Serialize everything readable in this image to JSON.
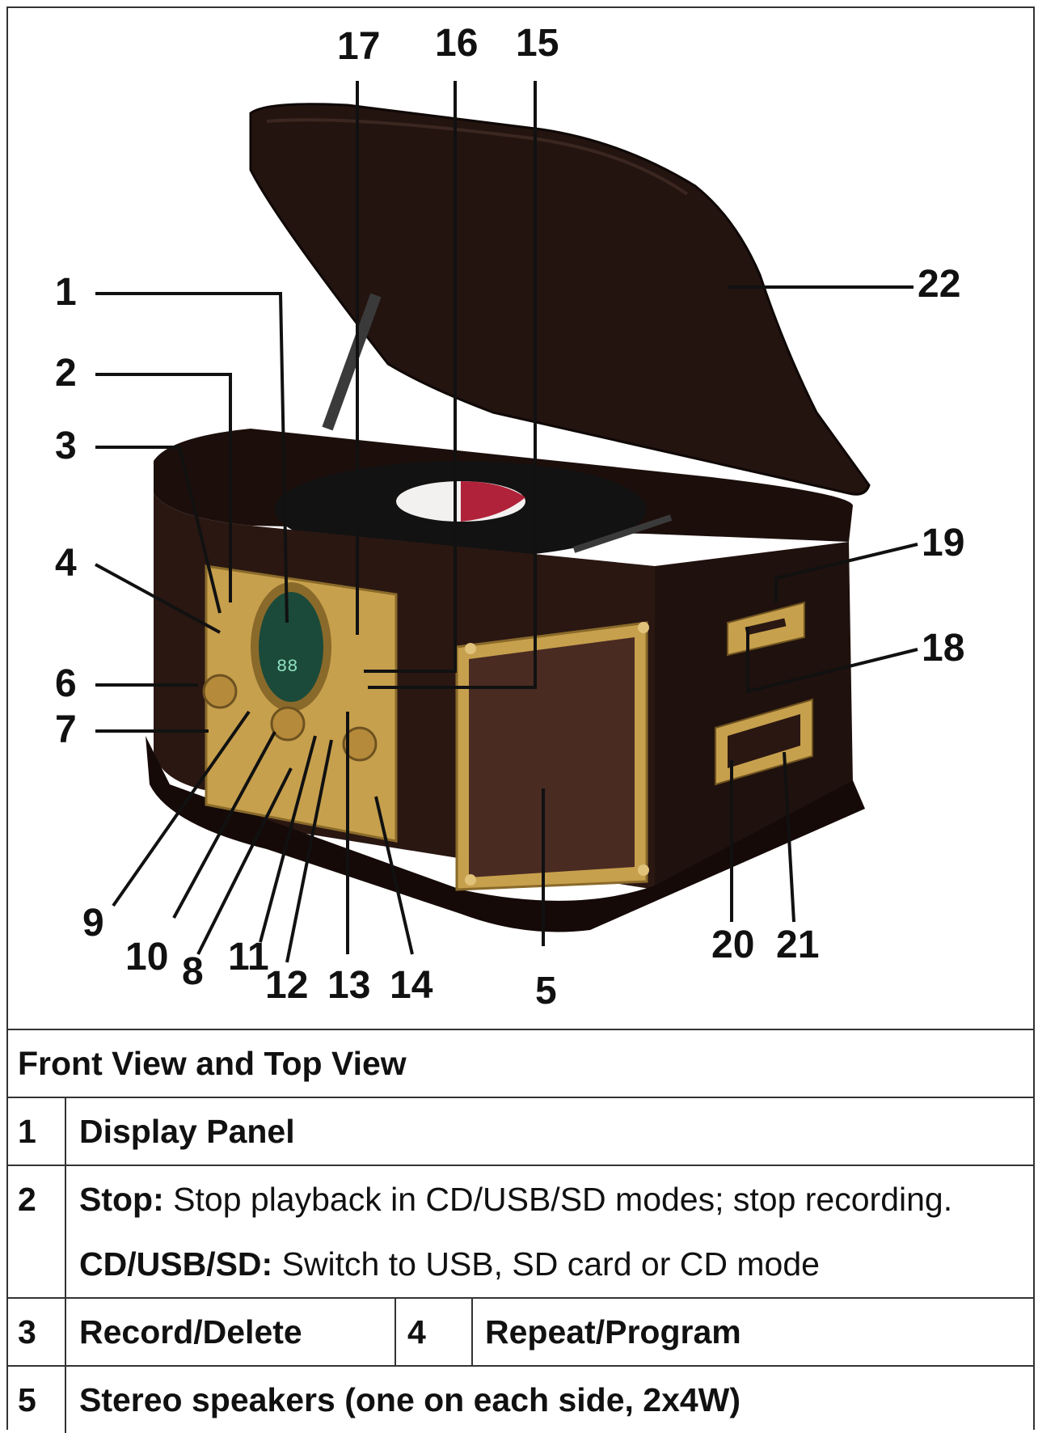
{
  "callouts": {
    "n1": "1",
    "n2": "2",
    "n3": "3",
    "n4": "4",
    "n5": "5",
    "n6": "6",
    "n7": "7",
    "n8": "8",
    "n9": "9",
    "n10": "10",
    "n11": "11",
    "n12": "12",
    "n13": "13",
    "n14": "14",
    "n15": "15",
    "n16": "16",
    "n17": "17",
    "n18": "18",
    "n19": "19",
    "n20": "20",
    "n21": "21",
    "n22": "22"
  },
  "display_digits": "88",
  "colors": {
    "wood": "#2a1712",
    "wood_dark": "#1c0e0b",
    "gold": "#c7a04d",
    "gold_light": "#e0c27a",
    "speaker_cloth": "#4a2b22",
    "record": "#121212",
    "label_red": "#b0223a"
  },
  "table": {
    "heading": "Front View and Top View",
    "rows": [
      {
        "num": "1",
        "label": "Display Panel"
      },
      {
        "num": "2",
        "line1_label": "Stop:",
        "line1_text": "Stop playback in CD/USB/SD modes; stop recording.",
        "line2_label": "CD/USB/SD:",
        "line2_text": "Switch to USB, SD card or CD mode"
      },
      {
        "num": "3",
        "label": "Record/Delete",
        "num_b": "4",
        "label_b": "Repeat/Program"
      },
      {
        "num": "5",
        "label": "Stereo speakers (one on each side, 2x4W)"
      }
    ]
  }
}
